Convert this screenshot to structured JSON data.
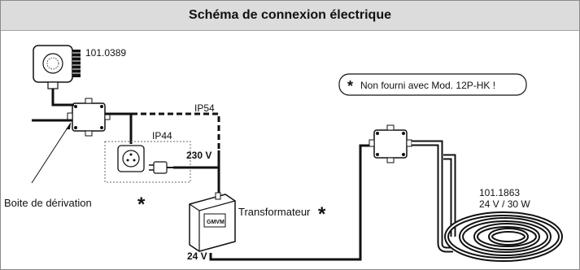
{
  "title": "Schéma de connexion électrique",
  "labels": {
    "thermostat_ref": "101.0389",
    "ip54": "IP54",
    "ip44": "IP44",
    "voltage_230": "230 V",
    "voltage_24": "24 V",
    "junction_box": "Boite de dérivation",
    "transformer": "Transformateur",
    "heater_ref": "101.1863",
    "heater_spec": "24 V / 30 W",
    "note": "Non fourni avec Mod. 12P-HK !",
    "transformer_badge": "GMVM",
    "asterisk": "*"
  },
  "colors": {
    "wire": "#111111",
    "frame": "#8a8a8a",
    "title_bg": "#dcdcdc",
    "device_fill": "#ffffff",
    "dotted_box": "#6a6a6a"
  }
}
